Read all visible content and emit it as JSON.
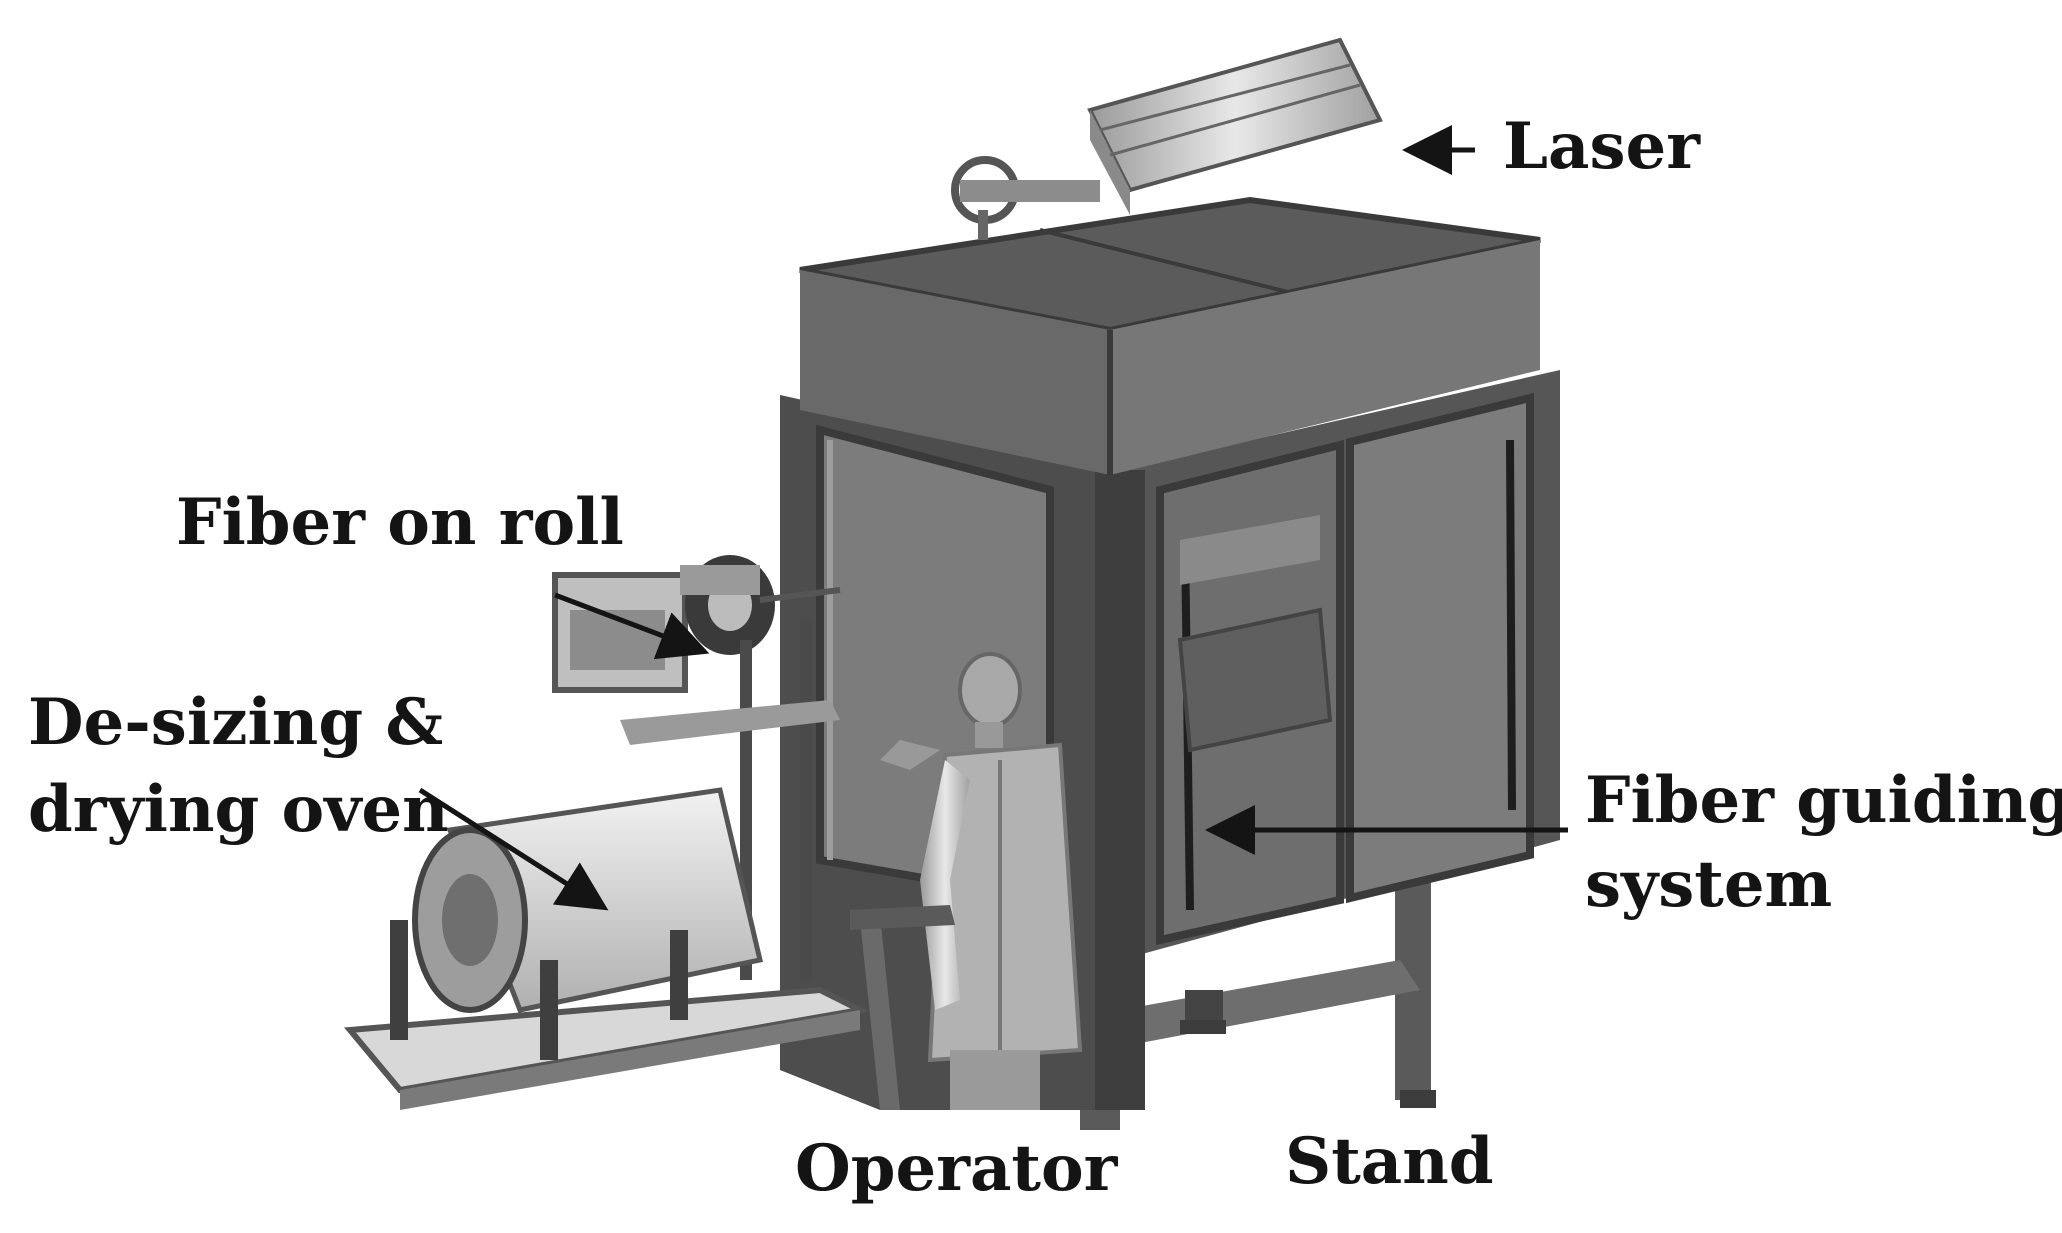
{
  "labels": {
    "laser": "Laser",
    "fiber_on_roll": "Fiber on roll",
    "desizing_line1": "De-sizing &",
    "desizing_line2": "drying oven",
    "fiber_guiding_line1": "Fiber guiding",
    "fiber_guiding_line2": "system",
    "operator": "Operator",
    "stand": "Stand"
  },
  "colors": {
    "background": "#ffffff",
    "text": "#141414",
    "machine_dark": "#4a4a4a",
    "machine_mid": "#6b6b6b",
    "machine_light": "#8a8a8a",
    "window": "#7a7a7a",
    "silver": "#c9c9c9"
  }
}
